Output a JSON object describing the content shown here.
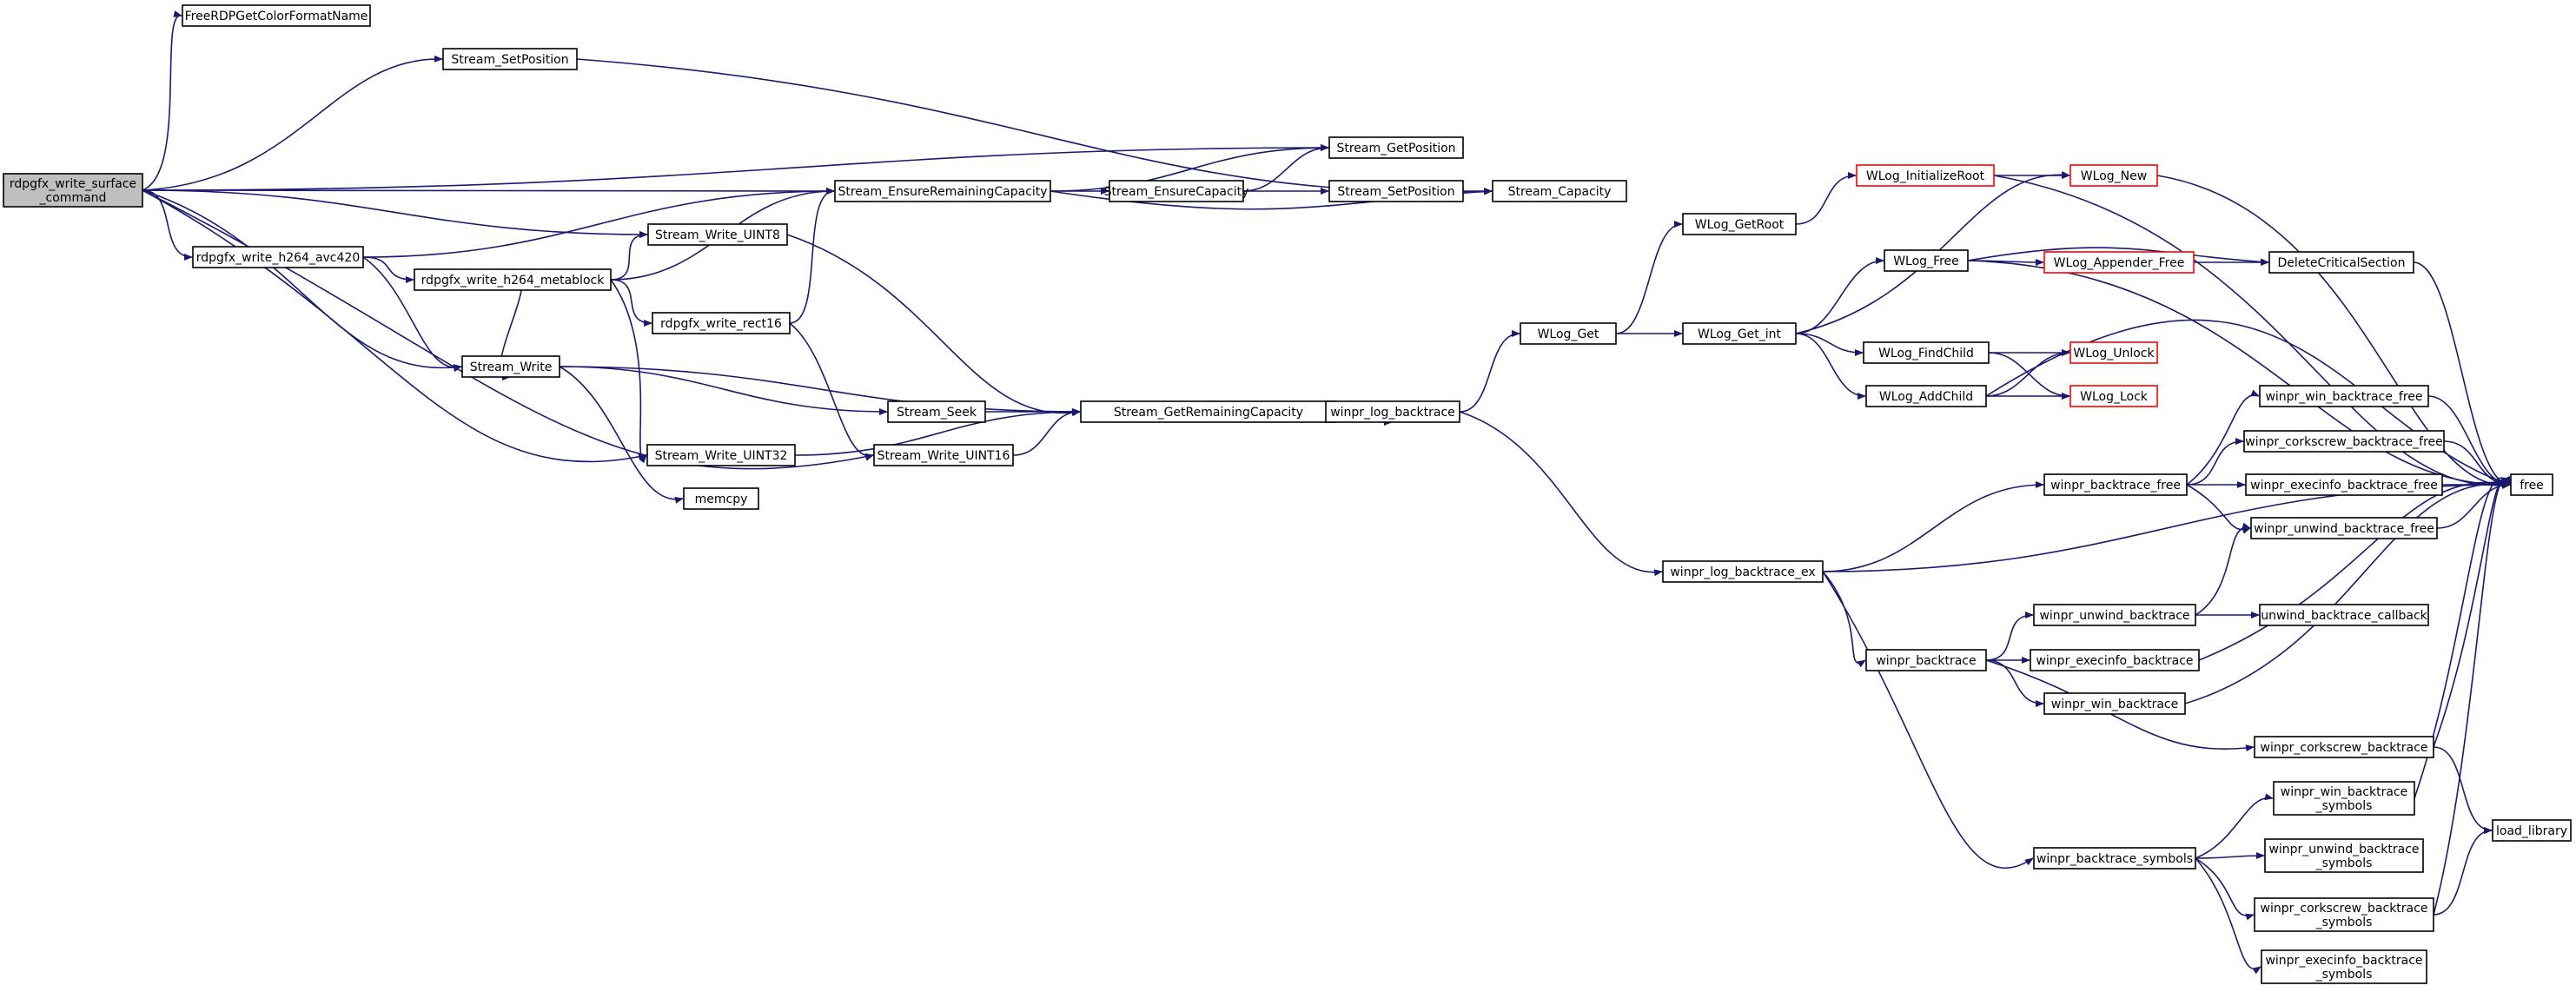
{
  "graph": {
    "colors": {
      "edge": "#191970",
      "border": "#000000",
      "border_truncated": "#ff0000",
      "root_fill": "#bfbfbf",
      "node_fill": "#ffffff"
    },
    "nodes": [
      {
        "id": "root",
        "lines": [
          "rdpgfx_write_surface",
          "_command"
        ],
        "root": true
      },
      {
        "id": "freerdp",
        "lines": [
          "FreeRDPGetColorFormatName"
        ]
      },
      {
        "id": "setpos1",
        "lines": [
          "Stream_SetPosition"
        ]
      },
      {
        "id": "getpos",
        "lines": [
          "Stream_GetPosition"
        ]
      },
      {
        "id": "erc",
        "lines": [
          "Stream_EnsureRemainingCapacity"
        ]
      },
      {
        "id": "ec",
        "lines": [
          "Stream_EnsureCapacity"
        ]
      },
      {
        "id": "setpos2",
        "lines": [
          "Stream_SetPosition"
        ]
      },
      {
        "id": "cap",
        "lines": [
          "Stream_Capacity"
        ]
      },
      {
        "id": "avc420",
        "lines": [
          "rdpgfx_write_h264_avc420"
        ]
      },
      {
        "id": "uint8",
        "lines": [
          "Stream_Write_UINT8"
        ]
      },
      {
        "id": "meta",
        "lines": [
          "rdpgfx_write_h264_metablock"
        ]
      },
      {
        "id": "rect16",
        "lines": [
          "rdpgfx_write_rect16"
        ]
      },
      {
        "id": "write",
        "lines": [
          "Stream_Write"
        ]
      },
      {
        "id": "seek",
        "lines": [
          "Stream_Seek"
        ]
      },
      {
        "id": "grc",
        "lines": [
          "Stream_GetRemainingCapacity"
        ]
      },
      {
        "id": "uint16",
        "lines": [
          "Stream_Write_UINT16"
        ]
      },
      {
        "id": "uint32",
        "lines": [
          "Stream_Write_UINT32"
        ]
      },
      {
        "id": "memcpy",
        "lines": [
          "memcpy"
        ]
      },
      {
        "id": "wlbt",
        "lines": [
          "winpr_log_backtrace"
        ]
      },
      {
        "id": "wlogget",
        "lines": [
          "WLog_Get"
        ]
      },
      {
        "id": "getroot",
        "lines": [
          "WLog_GetRoot"
        ]
      },
      {
        "id": "initroot",
        "lines": [
          "WLog_InitializeRoot"
        ],
        "truncated": true
      },
      {
        "id": "wlognew",
        "lines": [
          "WLog_New"
        ],
        "truncated": true
      },
      {
        "id": "getint",
        "lines": [
          "WLog_Get_int"
        ]
      },
      {
        "id": "wlogfree",
        "lines": [
          "WLog_Free"
        ]
      },
      {
        "id": "appfree",
        "lines": [
          "WLog_Appender_Free"
        ],
        "truncated": true
      },
      {
        "id": "dcs",
        "lines": [
          "DeleteCriticalSection"
        ]
      },
      {
        "id": "findchild",
        "lines": [
          "WLog_FindChild"
        ]
      },
      {
        "id": "unlock",
        "lines": [
          "WLog_Unlock"
        ],
        "truncated": true
      },
      {
        "id": "addchild",
        "lines": [
          "WLog_AddChild"
        ]
      },
      {
        "id": "lock",
        "lines": [
          "WLog_Lock"
        ],
        "truncated": true
      },
      {
        "id": "free",
        "lines": [
          "free"
        ]
      },
      {
        "id": "btfree",
        "lines": [
          "winpr_backtrace_free"
        ]
      },
      {
        "id": "winbtfree",
        "lines": [
          "winpr_win_backtrace_free"
        ]
      },
      {
        "id": "corkfree",
        "lines": [
          "winpr_corkscrew_backtrace_free"
        ]
      },
      {
        "id": "execfree",
        "lines": [
          "winpr_execinfo_backtrace_free"
        ]
      },
      {
        "id": "unwfree",
        "lines": [
          "winpr_unwind_backtrace_free"
        ]
      },
      {
        "id": "wlbtex",
        "lines": [
          "winpr_log_backtrace_ex"
        ]
      },
      {
        "id": "unwbt",
        "lines": [
          "winpr_unwind_backtrace"
        ]
      },
      {
        "id": "unwcb",
        "lines": [
          "unwind_backtrace_callback"
        ]
      },
      {
        "id": "bt",
        "lines": [
          "winpr_backtrace"
        ]
      },
      {
        "id": "execbt",
        "lines": [
          "winpr_execinfo_backtrace"
        ]
      },
      {
        "id": "winbt",
        "lines": [
          "winpr_win_backtrace"
        ]
      },
      {
        "id": "corkbt",
        "lines": [
          "winpr_corkscrew_backtrace"
        ]
      },
      {
        "id": "winsym",
        "lines": [
          "winpr_win_backtrace",
          "_symbols"
        ]
      },
      {
        "id": "loadlib",
        "lines": [
          "load_library"
        ]
      },
      {
        "id": "btsym",
        "lines": [
          "winpr_backtrace_symbols"
        ]
      },
      {
        "id": "unwsym",
        "lines": [
          "winpr_unwind_backtrace",
          "_symbols"
        ]
      },
      {
        "id": "corksym",
        "lines": [
          "winpr_corkscrew_backtrace",
          "_symbols"
        ]
      },
      {
        "id": "execsym",
        "lines": [
          "winpr_execinfo_backtrace",
          "_symbols"
        ]
      }
    ],
    "edges": [
      [
        "root",
        "freerdp"
      ],
      [
        "root",
        "setpos1"
      ],
      [
        "root",
        "getpos"
      ],
      [
        "root",
        "erc"
      ],
      [
        "root",
        "avc420"
      ],
      [
        "root",
        "uint8"
      ],
      [
        "root",
        "write"
      ],
      [
        "root",
        "uint32"
      ],
      [
        "root",
        "uint16"
      ],
      [
        "setpos1",
        "cap"
      ],
      [
        "erc",
        "getpos"
      ],
      [
        "erc",
        "ec"
      ],
      [
        "erc",
        "cap"
      ],
      [
        "ec",
        "getpos"
      ],
      [
        "ec",
        "setpos2"
      ],
      [
        "setpos2",
        "cap"
      ],
      [
        "avc420",
        "erc"
      ],
      [
        "avc420",
        "meta"
      ],
      [
        "avc420",
        "write"
      ],
      [
        "uint8",
        "grc"
      ],
      [
        "meta",
        "erc"
      ],
      [
        "meta",
        "uint8"
      ],
      [
        "meta",
        "rect16"
      ],
      [
        "meta",
        "write"
      ],
      [
        "meta",
        "uint32"
      ],
      [
        "rect16",
        "erc"
      ],
      [
        "rect16",
        "uint16"
      ],
      [
        "write",
        "grc"
      ],
      [
        "write",
        "seek"
      ],
      [
        "write",
        "memcpy"
      ],
      [
        "seek",
        "grc"
      ],
      [
        "uint16",
        "grc"
      ],
      [
        "uint32",
        "grc"
      ],
      [
        "grc",
        "wlbt"
      ],
      [
        "wlbt",
        "wlogget"
      ],
      [
        "wlbt",
        "wlbtex"
      ],
      [
        "wlogget",
        "getroot"
      ],
      [
        "wlogget",
        "getint"
      ],
      [
        "getroot",
        "initroot"
      ],
      [
        "initroot",
        "wlognew"
      ],
      [
        "initroot",
        "free"
      ],
      [
        "wlognew",
        "free"
      ],
      [
        "getint",
        "wlognew"
      ],
      [
        "getint",
        "wlogfree"
      ],
      [
        "getint",
        "findchild"
      ],
      [
        "getint",
        "addchild"
      ],
      [
        "wlogfree",
        "appfree"
      ],
      [
        "wlogfree",
        "dcs"
      ],
      [
        "wlogfree",
        "free"
      ],
      [
        "appfree",
        "dcs"
      ],
      [
        "dcs",
        "free"
      ],
      [
        "findchild",
        "unlock"
      ],
      [
        "findchild",
        "lock"
      ],
      [
        "addchild",
        "unlock"
      ],
      [
        "addchild",
        "lock"
      ],
      [
        "addchild",
        "free"
      ],
      [
        "wlbtex",
        "btfree"
      ],
      [
        "wlbtex",
        "free"
      ],
      [
        "wlbtex",
        "bt"
      ],
      [
        "wlbtex",
        "btsym"
      ],
      [
        "btfree",
        "winbtfree"
      ],
      [
        "btfree",
        "corkfree"
      ],
      [
        "btfree",
        "execfree"
      ],
      [
        "btfree",
        "unwfree"
      ],
      [
        "winbtfree",
        "free"
      ],
      [
        "corkfree",
        "free"
      ],
      [
        "execfree",
        "free"
      ],
      [
        "unwfree",
        "free"
      ],
      [
        "bt",
        "unwbt"
      ],
      [
        "bt",
        "execbt"
      ],
      [
        "bt",
        "winbt"
      ],
      [
        "bt",
        "corkbt"
      ],
      [
        "unwbt",
        "unwfree"
      ],
      [
        "unwbt",
        "unwcb"
      ],
      [
        "execbt",
        "free"
      ],
      [
        "winbt",
        "free"
      ],
      [
        "corkbt",
        "free"
      ],
      [
        "corkbt",
        "loadlib"
      ],
      [
        "winsym",
        "free"
      ],
      [
        "btsym",
        "winsym"
      ],
      [
        "btsym",
        "unwsym"
      ],
      [
        "btsym",
        "corksym"
      ],
      [
        "btsym",
        "execsym"
      ],
      [
        "corksym",
        "free"
      ],
      [
        "corksym",
        "loadlib"
      ]
    ]
  }
}
